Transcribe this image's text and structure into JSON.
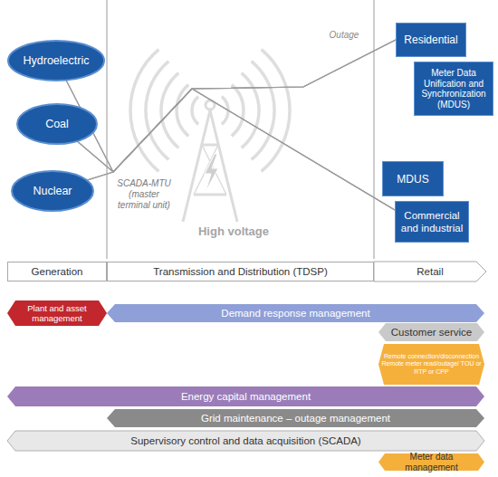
{
  "diagram": {
    "nodes": [
      {
        "text": [
          "Hydroelectric"
        ]
      },
      {
        "text": [
          "Coal"
        ]
      },
      {
        "text": [
          "Nuclear"
        ]
      },
      {
        "text": [
          "Residential"
        ]
      },
      {
        "text": [
          "Meter Data Unification and Synchronization (MDUS)"
        ]
      },
      {
        "text": [
          "MDUS"
        ]
      },
      {
        "text": [
          "Commercial and industrial"
        ]
      },
      {
        "text": [
          "Generation"
        ]
      },
      {
        "text": [
          "Transmission and Distribution (TDSP)"
        ]
      },
      {
        "text": [
          "Retail"
        ]
      },
      {
        "text": [
          "Plant and asset management"
        ]
      },
      {
        "text": [
          "Demand response management"
        ]
      },
      {
        "text": [
          "Customer service"
        ]
      },
      {
        "text": [
          "Remote connection/disconnection Remote meter read/outage/ TOU or RTP or CPP"
        ]
      },
      {
        "text": [
          "Energy capital management"
        ]
      },
      {
        "text": [
          "Grid maintenance – outage management"
        ]
      },
      {
        "text": [
          "Supervisory control and data acquisition (SCADA)"
        ]
      },
      {
        "text": [
          "Meter data management"
        ]
      }
    ],
    "edges": [
      {
        "from": 0,
        "to": 3,
        "arrow": "none"
      },
      {
        "from": 0,
        "to": 6,
        "arrow": "none"
      },
      {
        "from": 1,
        "to": 3,
        "arrow": "none"
      },
      {
        "from": 1,
        "to": 6,
        "arrow": "none"
      },
      {
        "from": 2,
        "to": 3,
        "arrow": "none"
      },
      {
        "from": 2,
        "to": 6,
        "arrow": "none"
      }
    ],
    "labels": [
      "Outage",
      "SCADA-MTU (master terminal unit)",
      "High voltage"
    ]
  }
}
